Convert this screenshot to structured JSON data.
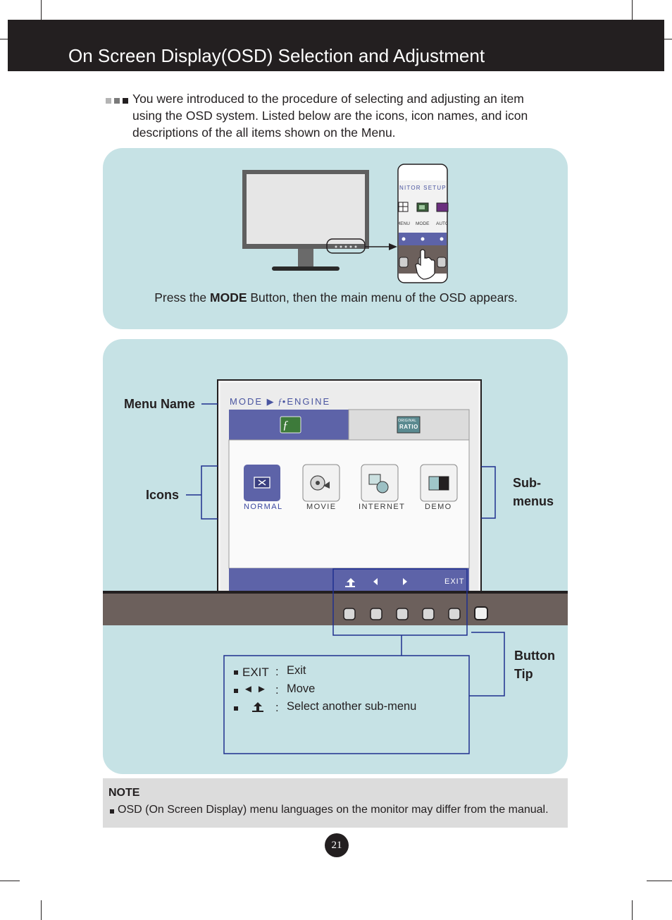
{
  "header": {
    "title": "On Screen Display(OSD) Selection and Adjustment"
  },
  "intro": {
    "text": "You were introduced to the procedure of selecting and adjusting an item using the OSD system. Listed below are the icons, icon names, and icon descriptions of the all items shown on the Menu."
  },
  "step1": {
    "caption_prefix": "Press the ",
    "caption_bold": "MODE",
    "caption_suffix": " Button, then the main menu of the OSD appears.",
    "zoom": {
      "title": "NITOR SETUP",
      "labels": [
        "MENU",
        "MODE",
        "AUTO"
      ]
    }
  },
  "step2": {
    "labels": {
      "menu_name": "Menu Name",
      "icons": "Icons",
      "sub_menus_1": "Sub-",
      "sub_menus_2": "menus",
      "button_tip_1": "Button",
      "button_tip_2": "Tip"
    },
    "osd": {
      "mode_text": "MODE",
      "engine_text": "ENGINE",
      "tab2_icon_line1": "ORIGINAL",
      "tab2_icon_line2": "RATIO",
      "submenus": [
        "NORMAL",
        "MOVIE",
        "INTERNET",
        "DEMO"
      ],
      "exit_label": "EXIT"
    },
    "legend": [
      {
        "key": "EXIT",
        "sep": ":",
        "desc": "Exit"
      },
      {
        "key": "◄ ►",
        "sep": ":",
        "desc": "Move"
      },
      {
        "key": "",
        "sep": ":",
        "desc": "Select another sub-menu"
      }
    ]
  },
  "note": {
    "title": "NOTE",
    "text": "OSD (On Screen Display) menu languages on the monitor may differ from the manual."
  },
  "page_number": "21",
  "colors": {
    "header": "#231f20",
    "panel": "#c6e2e5",
    "osd_blue": "#5d63a8",
    "callout_blue": "#1f2f8f",
    "bezel": "#6c605c"
  }
}
